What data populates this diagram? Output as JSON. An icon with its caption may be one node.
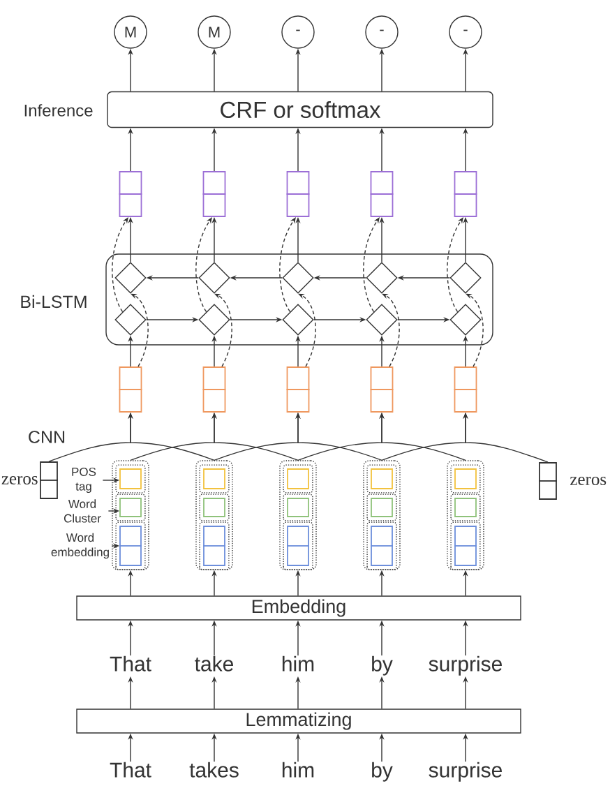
{
  "diagram": {
    "nodes": [
      {
        "text": [
          "M"
        ]
      },
      {
        "text": [
          "M"
        ]
      },
      {
        "text": [
          "-"
        ]
      },
      {
        "text": [
          "-"
        ]
      },
      {
        "text": [
          "-"
        ]
      },
      {
        "text": [
          "CRF or softmax"
        ],
        "beside": [
          "Inference"
        ]
      },
      {
        "text": [],
        "shape": "box"
      },
      {
        "text": [],
        "shape": "box"
      },
      {
        "text": [],
        "shape": "box"
      },
      {
        "text": [],
        "shape": "box"
      },
      {
        "text": [],
        "shape": "box"
      },
      {
        "text": [],
        "shape": "box",
        "beside": [
          "Bi-LSTM"
        ]
      },
      {
        "text": [],
        "shape": "diamond",
        "in": 11
      },
      {
        "text": [],
        "shape": "diamond",
        "in": 11
      },
      {
        "text": [],
        "shape": "diamond",
        "in": 11
      },
      {
        "text": [],
        "shape": "diamond",
        "in": 11
      },
      {
        "text": [],
        "shape": "diamond",
        "in": 11
      },
      {
        "text": [],
        "shape": "diamond",
        "in": 11
      },
      {
        "text": [],
        "shape": "diamond",
        "in": 11
      },
      {
        "text": [],
        "shape": "diamond",
        "in": 11
      },
      {
        "text": [],
        "shape": "diamond",
        "in": 11
      },
      {
        "text": [],
        "shape": "diamond",
        "in": 11
      },
      {
        "text": [],
        "shape": "box"
      },
      {
        "text": [],
        "shape": "box"
      },
      {
        "text": [],
        "shape": "box"
      },
      {
        "text": [],
        "shape": "box"
      },
      {
        "text": [],
        "shape": "box"
      },
      {
        "text": [],
        "shape": "box",
        "beside": [
          "zeros"
        ]
      },
      {
        "text": [],
        "shape": "box",
        "beside": [
          "zeros"
        ]
      },
      {
        "text": [
          "POS tag"
        ]
      },
      {
        "text": [
          "Word Cluster"
        ]
      },
      {
        "text": [
          "Word embedding"
        ]
      },
      {
        "text": [],
        "shape": "box"
      },
      {
        "text": [],
        "shape": "box",
        "in": 32
      },
      {
        "text": [],
        "shape": "box",
        "in": 32
      },
      {
        "text": [],
        "shape": "box",
        "in": 32
      },
      {
        "text": [],
        "shape": "box"
      },
      {
        "text": [],
        "shape": "box",
        "in": 36
      },
      {
        "text": [],
        "shape": "box",
        "in": 36
      },
      {
        "text": [],
        "shape": "box",
        "in": 36
      },
      {
        "text": [],
        "shape": "box"
      },
      {
        "text": [],
        "shape": "box",
        "in": 40
      },
      {
        "text": [],
        "shape": "box",
        "in": 40
      },
      {
        "text": [],
        "shape": "box",
        "in": 40
      },
      {
        "text": [],
        "shape": "box"
      },
      {
        "text": [],
        "shape": "box",
        "in": 44
      },
      {
        "text": [],
        "shape": "box",
        "in": 44
      },
      {
        "text": [],
        "shape": "box",
        "in": 44
      },
      {
        "text": [],
        "shape": "box"
      },
      {
        "text": [],
        "shape": "box",
        "in": 48
      },
      {
        "text": [],
        "shape": "box",
        "in": 48
      },
      {
        "text": [],
        "shape": "box",
        "in": 48
      },
      {
        "text": [
          "Embedding"
        ]
      },
      {
        "text": [
          "That"
        ]
      },
      {
        "text": [
          "take"
        ]
      },
      {
        "text": [
          "him"
        ]
      },
      {
        "text": [
          "by"
        ]
      },
      {
        "text": [
          "surprise"
        ]
      },
      {
        "text": [
          "Lemmatizing"
        ]
      },
      {
        "text": [
          "That"
        ]
      },
      {
        "text": [
          "takes"
        ]
      },
      {
        "text": [
          "him"
        ]
      },
      {
        "text": [
          "by"
        ]
      },
      {
        "text": [
          "surprise"
        ]
      }
    ],
    "edges": [
      {
        "from": 5,
        "to": 0,
        "arrow": "to"
      },
      {
        "from": 5,
        "to": 1,
        "arrow": "to"
      },
      {
        "from": 5,
        "to": 2,
        "arrow": "to"
      },
      {
        "from": 5,
        "to": 3,
        "arrow": "to"
      },
      {
        "from": 5,
        "to": 4,
        "arrow": "to"
      },
      {
        "from": 6,
        "to": 5,
        "arrow": "to"
      },
      {
        "from": 7,
        "to": 5,
        "arrow": "to"
      },
      {
        "from": 8,
        "to": 5,
        "arrow": "to"
      },
      {
        "from": 9,
        "to": 5,
        "arrow": "to"
      },
      {
        "from": 10,
        "to": 5,
        "arrow": "to"
      },
      {
        "from": 12,
        "to": 6,
        "arrow": "to"
      },
      {
        "from": 13,
        "to": 7,
        "arrow": "to"
      },
      {
        "from": 14,
        "to": 8,
        "arrow": "to"
      },
      {
        "from": 15,
        "to": 9,
        "arrow": "to"
      },
      {
        "from": 16,
        "to": 10,
        "arrow": "to"
      },
      {
        "from": 17,
        "to": 6,
        "arrow": "to",
        "style": "dashed"
      },
      {
        "from": 18,
        "to": 7,
        "arrow": "to",
        "style": "dashed"
      },
      {
        "from": 19,
        "to": 8,
        "arrow": "to",
        "style": "dashed"
      },
      {
        "from": 20,
        "to": 9,
        "arrow": "to",
        "style": "dashed"
      },
      {
        "from": 21,
        "to": 10,
        "arrow": "to",
        "style": "dashed"
      },
      {
        "from": 13,
        "to": 12,
        "arrow": "to"
      },
      {
        "from": 14,
        "to": 13,
        "arrow": "to"
      },
      {
        "from": 15,
        "to": 14,
        "arrow": "to"
      },
      {
        "from": 16,
        "to": 15,
        "arrow": "to"
      },
      {
        "from": 17,
        "to": 18,
        "arrow": "to"
      },
      {
        "from": 18,
        "to": 19,
        "arrow": "to"
      },
      {
        "from": 19,
        "to": 20,
        "arrow": "to"
      },
      {
        "from": 20,
        "to": 21,
        "arrow": "to"
      },
      {
        "from": 22,
        "to": 12,
        "arrow": "to",
        "style": "dashed"
      },
      {
        "from": 23,
        "to": 13,
        "arrow": "to",
        "style": "dashed"
      },
      {
        "from": 24,
        "to": 14,
        "arrow": "to",
        "style": "dashed"
      },
      {
        "from": 25,
        "to": 15,
        "arrow": "to",
        "style": "dashed"
      },
      {
        "from": 26,
        "to": 16,
        "arrow": "to",
        "style": "dashed"
      },
      {
        "from": 22,
        "to": 17,
        "arrow": "to"
      },
      {
        "from": 23,
        "to": 18,
        "arrow": "to"
      },
      {
        "from": 24,
        "to": 19,
        "arrow": "to"
      },
      {
        "from": 25,
        "to": 20,
        "arrow": "to"
      },
      {
        "from": 26,
        "to": 21,
        "arrow": "to"
      },
      {
        "from": 27,
        "to": 22,
        "arrow": "to"
      },
      {
        "from": 36,
        "to": 22,
        "arrow": "to"
      },
      {
        "from": 32,
        "to": 23,
        "arrow": "to"
      },
      {
        "from": 40,
        "to": 23,
        "arrow": "to"
      },
      {
        "from": 36,
        "to": 24,
        "arrow": "to"
      },
      {
        "from": 44,
        "to": 24,
        "arrow": "to"
      },
      {
        "from": 40,
        "to": 25,
        "arrow": "to"
      },
      {
        "from": 48,
        "to": 25,
        "arrow": "to"
      },
      {
        "from": 44,
        "to": 26,
        "arrow": "to"
      },
      {
        "from": 28,
        "to": 26,
        "arrow": "to"
      },
      {
        "from": 29,
        "to": 33,
        "arrow": "to"
      },
      {
        "from": 30,
        "to": 34,
        "arrow": "to"
      },
      {
        "from": 31,
        "to": 35,
        "arrow": "to"
      },
      {
        "from": 52,
        "to": 32,
        "arrow": "to"
      },
      {
        "from": 52,
        "to": 36,
        "arrow": "to"
      },
      {
        "from": 52,
        "to": 40,
        "arrow": "to"
      },
      {
        "from": 52,
        "to": 44,
        "arrow": "to"
      },
      {
        "from": 52,
        "to": 48,
        "arrow": "to"
      },
      {
        "from": 53,
        "to": 52,
        "arrow": "to"
      },
      {
        "from": 54,
        "to": 52,
        "arrow": "to"
      },
      {
        "from": 55,
        "to": 52,
        "arrow": "to"
      },
      {
        "from": 56,
        "to": 52,
        "arrow": "to"
      },
      {
        "from": 57,
        "to": 52,
        "arrow": "to"
      },
      {
        "from": 58,
        "to": 53,
        "arrow": "to"
      },
      {
        "from": 58,
        "to": 54,
        "arrow": "to"
      },
      {
        "from": 58,
        "to": 55,
        "arrow": "to"
      },
      {
        "from": 58,
        "to": 56,
        "arrow": "to"
      },
      {
        "from": 58,
        "to": 57,
        "arrow": "to"
      },
      {
        "from": 59,
        "to": 58,
        "arrow": "to"
      },
      {
        "from": 60,
        "to": 58,
        "arrow": "to"
      },
      {
        "from": 61,
        "to": 58,
        "arrow": "to"
      },
      {
        "from": 62,
        "to": 58,
        "arrow": "to"
      },
      {
        "from": 63,
        "to": 58,
        "arrow": "to"
      }
    ],
    "labels": [
      "CNN"
    ]
  }
}
